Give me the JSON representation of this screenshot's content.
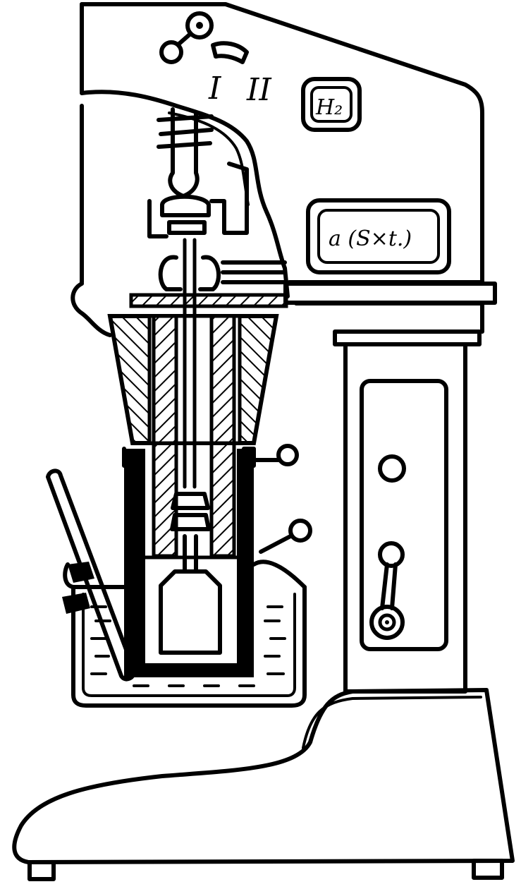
{
  "diagram": {
    "ink_color": "#000000",
    "paper_color": "#ffffff",
    "labels": {
      "mode_one": "I",
      "mode_two": "II",
      "gas_badge": "H₂",
      "plate_label": "a (S×t.)"
    }
  }
}
